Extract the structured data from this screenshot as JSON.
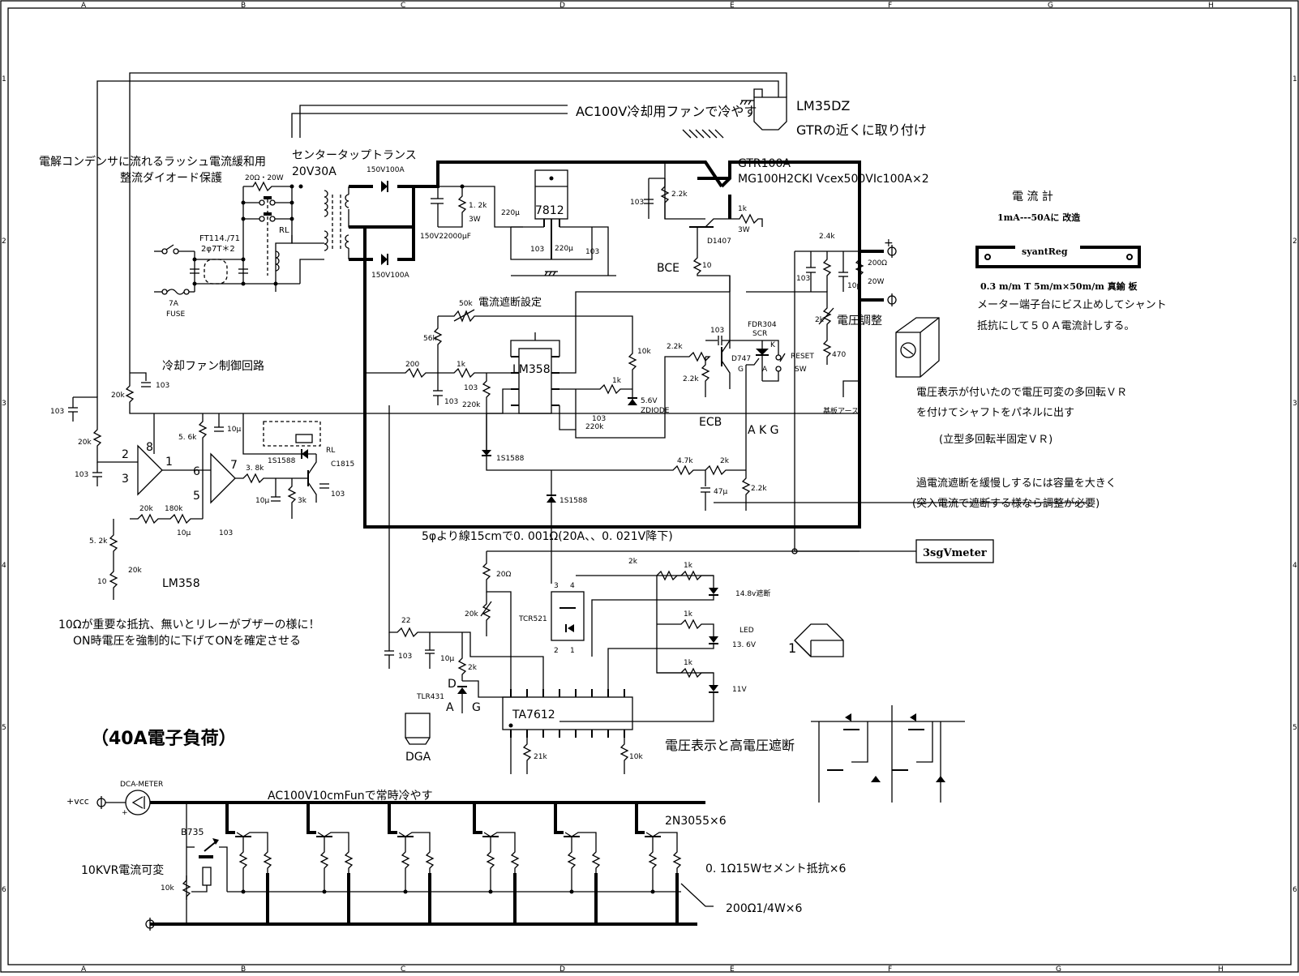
{
  "grid": {
    "columns": [
      "A",
      "B",
      "C",
      "D",
      "E",
      "F",
      "G",
      "H"
    ],
    "rows": [
      "1",
      "2",
      "3",
      "4",
      "5",
      "6"
    ]
  },
  "power_supply": {
    "inrush_note_1": "電解コンデンサに流れるラッシュ電流緩和用",
    "inrush_note_2": "整流ダイオード保護",
    "transformer_title": "センタータップトランス",
    "transformer_rating": "20V30A",
    "resistor_inrush": "20Ω・20W",
    "relay": "RL",
    "filter": "FT114./71",
    "filter_winding": "2φ7T＊2",
    "fuse_rating": "7A",
    "fuse": "FUSE",
    "diode_top": "150V100A",
    "diode_bottom": "150V100A",
    "main_cap": "150V22000μF",
    "bleeder_r": "1. 2k",
    "bleeder_w": "3W",
    "reg_cap_in": "220μ",
    "reg_cap_in_c": "103",
    "regulator": "7812",
    "reg_cap_out": "220μ",
    "reg_cap_out_c": "103"
  },
  "fan": {
    "fan_note": "AC100V冷却用ファンで冷やす",
    "sensor": "LM35DZ",
    "sensor_note": "GTRの近くに取り付け",
    "control_title": "冷却ファン制御回路",
    "labels": {
      "c1": "103",
      "r_div": "20k",
      "c2": "103",
      "r_top": "20k",
      "c3": "103",
      "pin2": "2",
      "pin3": "3",
      "pin8": "8",
      "pin1": "1",
      "pin6": "6",
      "pin5": "5",
      "pin7": "7",
      "r56": "5. 6k",
      "c10u": "10μ",
      "r38": "3. 8k",
      "c10u2": "10μ",
      "r3k": "3k",
      "c103b": "103",
      "diode": "1S1588",
      "relay": "RL",
      "tr": "C1815",
      "r20k_vr": "20k",
      "r180k": "180k",
      "c10u3": "10μ",
      "c103c": "103",
      "r52": "5. 2k",
      "r20k_b": "20k",
      "r10": "10",
      "ic": "LM358"
    },
    "note_1": "10Ωが重要な抵抗、無いとリレーがブザーの様に！",
    "note_2": "ON時電圧を強制的に下げてONを確定させる"
  },
  "regulator": {
    "gtr": "GTR100A",
    "gtr_spec": "MG100H2CKI  Vcex500VIc100A×2",
    "c103": "103",
    "r22k": "2.2k",
    "r1k": "1k",
    "r1k_w": "3W",
    "driver": "D1407",
    "bce": "BCE",
    "r10": "10",
    "r24k": "2.4k",
    "c103b": "103",
    "c10u": "10μ",
    "r200": "200Ω",
    "r200_w": "20W",
    "plus": "+",
    "vr2k": "2k",
    "v_adjust": "電圧調整",
    "r470": "470",
    "board_earth": "基板アース"
  },
  "overcurrent": {
    "vr50k": "50k",
    "title": "電流遮断設定",
    "r56k": "56k",
    "r200": "200",
    "r1k": "1k",
    "c103": "103",
    "c103b": "103",
    "r220k": "220k",
    "ic": "LM358",
    "r10k": "10k",
    "r1k_b": "1k",
    "zener": "5.6V",
    "zener_type": "ZDIODE",
    "c103c": "103",
    "r220k_b": "220k",
    "diode1": "1S1588",
    "diode2": "1S1588",
    "r47k": "4.7k",
    "r2k": "2k",
    "c47u": "47μ",
    "r22k_c": "2.2k",
    "r22k_a": "2.2k",
    "r22k_b": "2.2k",
    "c103d": "103",
    "tr": "D747",
    "ecb": "ECB",
    "scr": "FDR304",
    "scr_type": "SCR",
    "k": "K",
    "g": "G",
    "a": "A",
    "reset": "RESET",
    "sw": "SW",
    "akg": "A  K  G",
    "shunt_note": "5φより線15cmで0. 001Ω(20A、、0. 021V降下)",
    "slow_note_1": "過電流遮断を緩慢しするには容量を大きく",
    "slow_note_2": "(突入電流で遮断する様なら調整が必要)"
  },
  "meter": {
    "title": "電 流 計",
    "mod": "1mA---50Aに 改造",
    "shunt": "syantReg",
    "spec": "0.3 m/m T  5m/m×50m/m  真鍮 板",
    "desc_1": "メーター端子台にビス止めしてシャント",
    "desc_2": "抵抗にして５０Ａ電流計しする。",
    "vr_note_1": "電圧表示が付いたので電圧可変の多回転ＶＲ",
    "vr_note_2": "を付けてシャフトをパネルに出す",
    "vr_note_3": "(立型多回転半固定ＶＲ)",
    "vmeter": "3sgVmeter"
  },
  "voltage_display": {
    "r20": "20Ω",
    "vr20k": "20k",
    "r22": "22",
    "c103": "103",
    "c10u": "10μ",
    "r2k": "2k",
    "ref": "TLR431",
    "d": "D",
    "a": "A",
    "g": "G",
    "opto": "TCR521",
    "pin3": "3",
    "pin4": "4",
    "pin2": "2",
    "pin1": "1",
    "r2k_b": "2k",
    "r1k_1": "1k",
    "r1k_2": "1k",
    "r1k_3": "1k",
    "led1": "14.8v遮断",
    "led2_a": "LED",
    "led2_b": "13. 6V",
    "led3": "11V",
    "ic": "TA7612",
    "r21k": "21k",
    "r10k": "10k",
    "dga": "DGA",
    "pkg_pin": "1",
    "title": "電圧表示と高電圧遮断"
  },
  "load": {
    "title": "（40A電子負荷）",
    "meter": "DCA-METER",
    "vcc": "+vcc",
    "plus": "+",
    "fan": "AC100V10cmFunで常時冷やす",
    "driver": "B735",
    "vr_note": "10KVR電流可変",
    "vr": "10k",
    "tr": "2N3055×6",
    "emitter_r": "0. 1Ω15Wセメント抵抗×6",
    "base_r": "200Ω1/4W×6"
  }
}
